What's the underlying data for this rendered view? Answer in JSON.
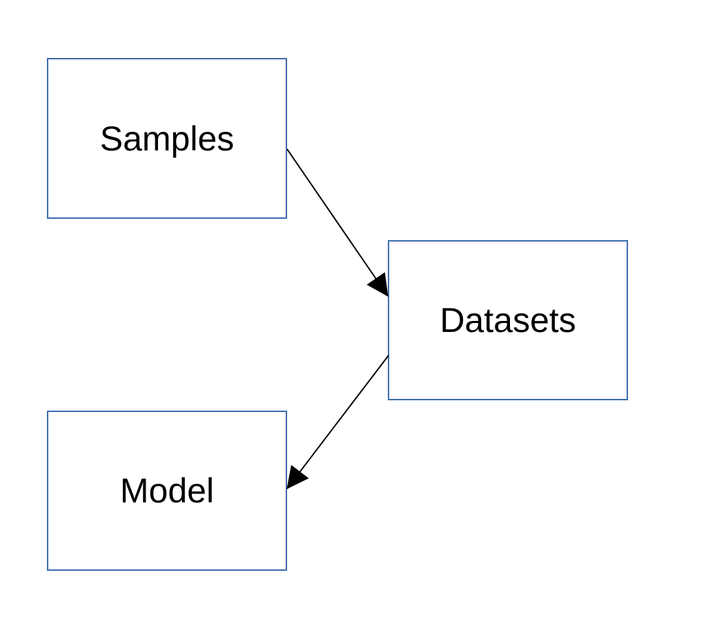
{
  "diagram": {
    "nodes": [
      {
        "id": "samples",
        "label": "Samples"
      },
      {
        "id": "datasets",
        "label": "Datasets"
      },
      {
        "id": "model",
        "label": "Model"
      }
    ],
    "edges": [
      {
        "from": "samples",
        "to": "datasets"
      },
      {
        "from": "datasets",
        "to": "model"
      }
    ]
  },
  "colors": {
    "box_border": "#3d6aae",
    "arrow": "#000000",
    "text": "#000000",
    "background": "#ffffff"
  }
}
